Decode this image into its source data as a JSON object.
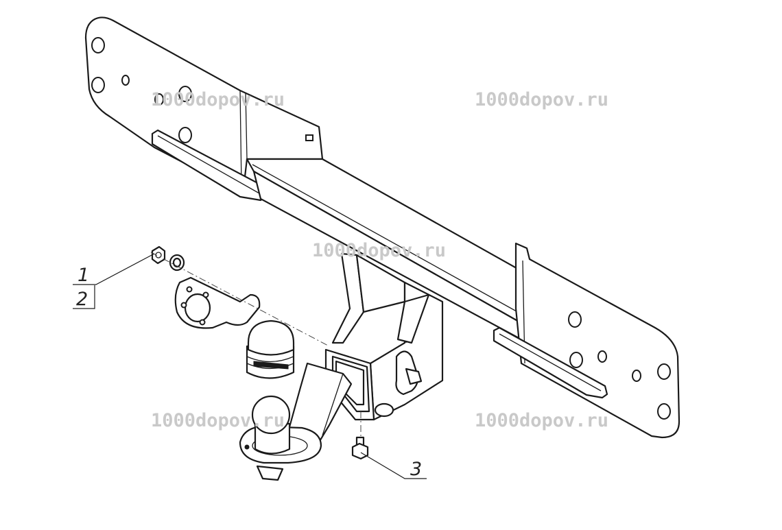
{
  "watermarks": [
    {
      "text": "1000dopov.ru"
    },
    {
      "text": "1000dopov.ru"
    },
    {
      "text": "1000dopov.ru"
    },
    {
      "text": "1000dopov.ru"
    },
    {
      "text": "1000dopov.ru"
    }
  ],
  "callouts": {
    "c1": "1",
    "c2": "2",
    "c3": "3"
  }
}
